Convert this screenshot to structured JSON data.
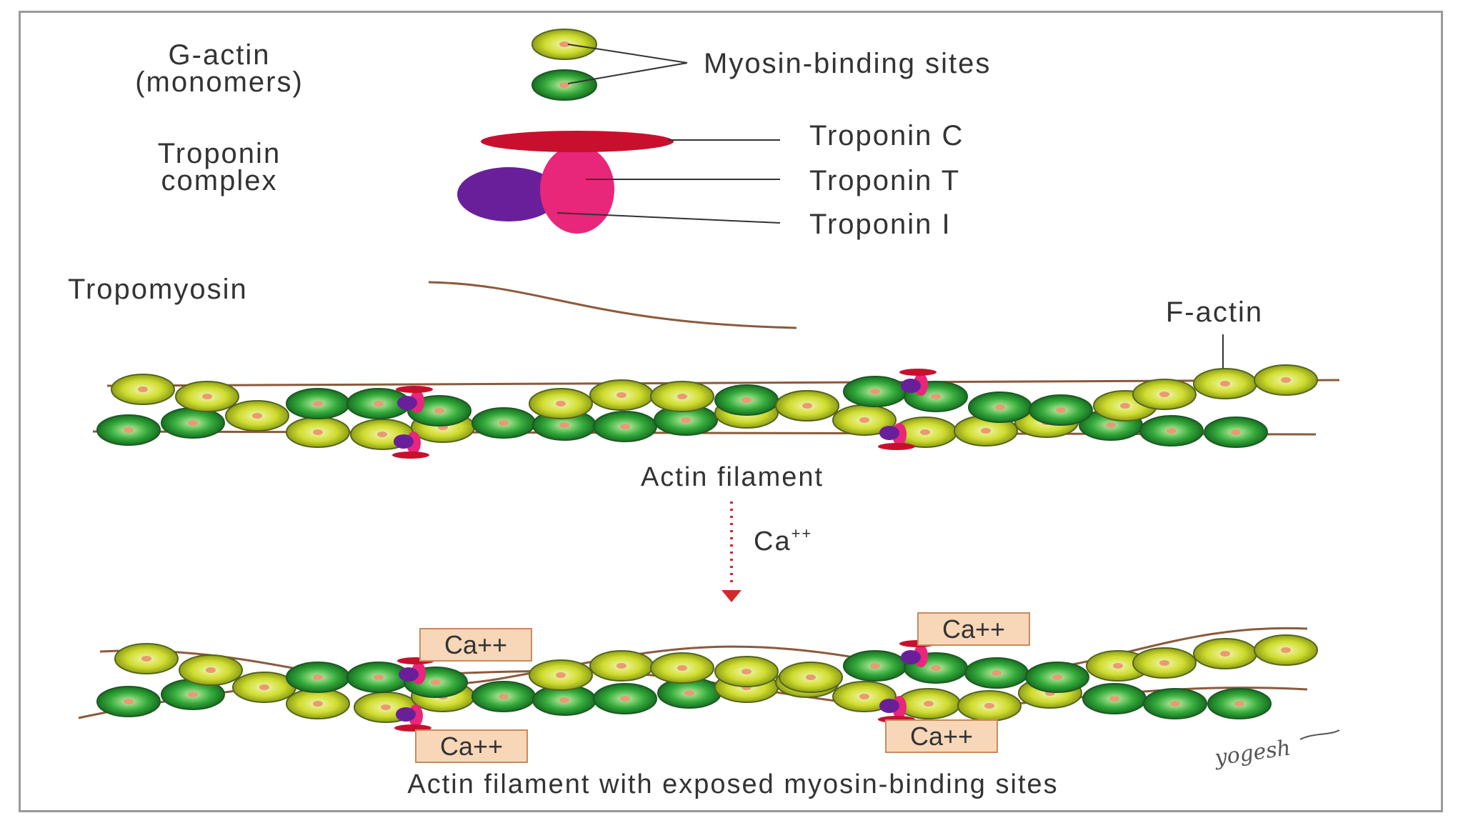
{
  "labels": {
    "g_actin": "G-actin",
    "monomers": "(monomers)",
    "myosin_binding_sites": "Myosin-binding sites",
    "troponin": "Troponin",
    "complex": "complex",
    "troponin_c": "Troponin C",
    "troponin_t": "Troponin T",
    "troponin_i": "Troponin I",
    "tropomyosin": "Tropomyosin",
    "f_actin": "F-actin",
    "actin_filament": "Actin filament",
    "calcium": "Ca",
    "calcium_charge": "++",
    "exposed_filament": "Actin filament with exposed myosin-binding sites",
    "ca_box": "Ca++",
    "signature": "yogesh"
  },
  "colors": {
    "actin_light": "#c8d92a",
    "actin_dark": "#33a83a",
    "troponin_c": "#c8102e",
    "troponin_t": "#e8267a",
    "troponin_i": "#6a1f9a",
    "tropomyosin": "#8b5a3c",
    "arrow": "#d22a2a"
  }
}
